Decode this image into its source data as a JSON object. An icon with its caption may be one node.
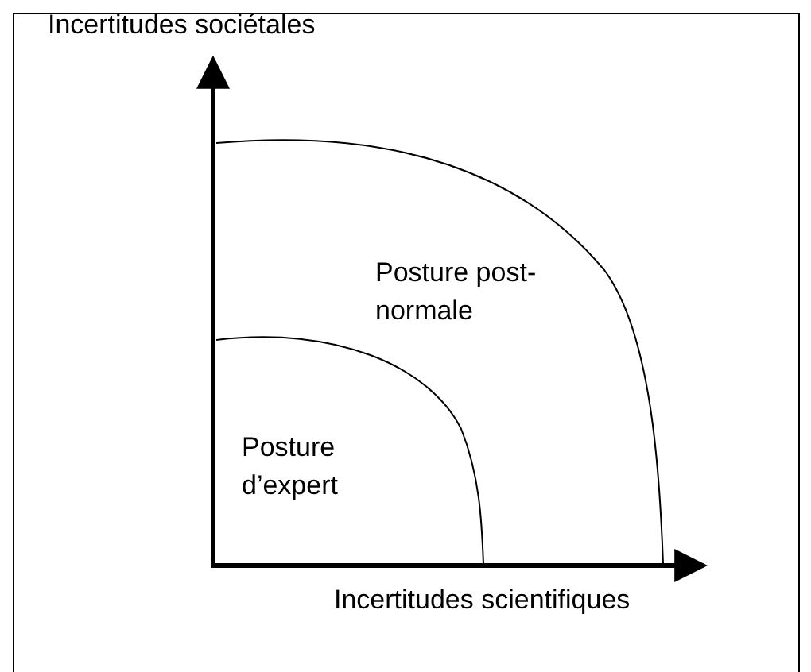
{
  "diagram": {
    "labels": [
      "Incertitudes sociétales",
      "Posture post-normale",
      "Posture d’expert",
      "Incertitudes scientifiques"
    ]
  }
}
